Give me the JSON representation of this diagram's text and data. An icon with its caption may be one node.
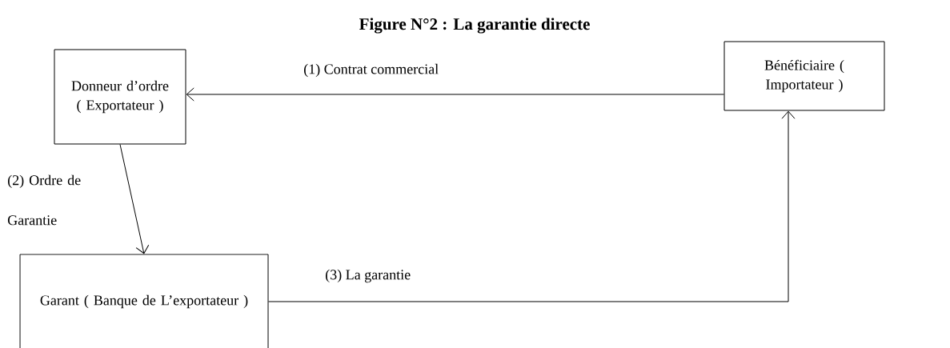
{
  "diagram": {
    "title": "Figure N°2 : La garantie directe",
    "nodes": [
      {
        "text": [
          "Donneur d’ordre ( Exportateur )"
        ]
      },
      {
        "text": [
          "Bénéficiaire ( Importateur )"
        ]
      },
      {
        "text": [
          "Garant ( Banque de L’exportateur )"
        ]
      }
    ],
    "edges": [
      {
        "from": 1,
        "to": 0,
        "arrow": "to",
        "label": "(1)   Contrat commercial"
      },
      {
        "from": 0,
        "to": 2,
        "arrow": "to",
        "label": "(2) Ordre de Garantie"
      },
      {
        "from": 2,
        "to": 1,
        "arrow": "to",
        "label": "(3) La garantie"
      }
    ]
  }
}
